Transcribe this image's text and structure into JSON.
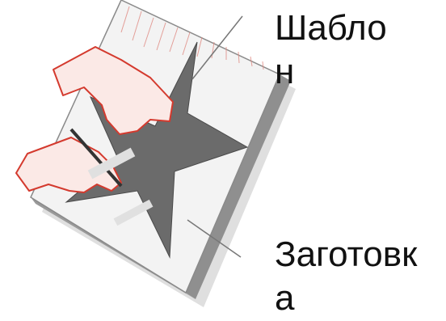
{
  "labels": {
    "template": "Шабло\nн",
    "blank": "Заготовк\nа"
  },
  "illustration": {
    "subject": "star-template-cutting-illustration",
    "colors": {
      "star": "#6b6b6b",
      "sheet": "#f3f3f3",
      "sheet_edge": "#9a9a9a",
      "shadow": "#cfcfcf",
      "hand_outline": "#d43a2e",
      "leader_line": "#777777"
    }
  }
}
